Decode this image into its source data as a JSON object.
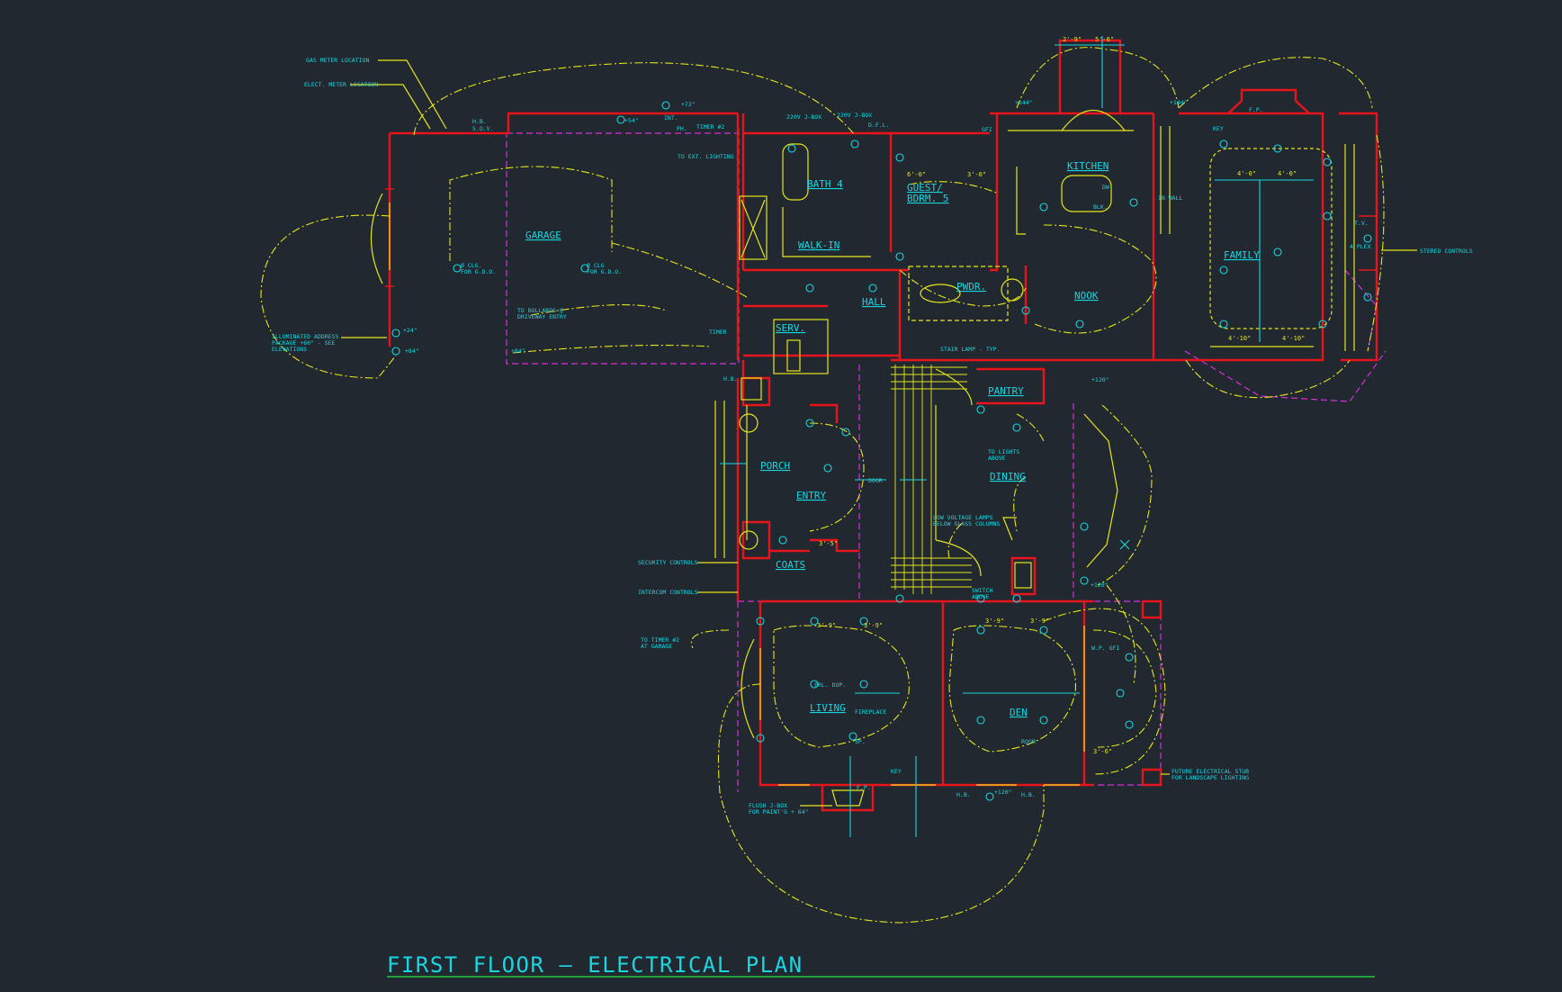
{
  "title": "FIRST FLOOR — ELECTRICAL PLAN",
  "rooms": {
    "garage": "GARAGE",
    "bath4": "BATH 4",
    "walkin": "WALK-IN",
    "guest1": "GUEST/",
    "guest2": "BDRM. 5",
    "kitchen": "KITCHEN",
    "family": "FAMILY",
    "nook": "NOOK",
    "hall": "HALL",
    "pwdr": "PWDR.",
    "serv": "SERV.",
    "pantry": "PANTRY",
    "porch": "PORCH",
    "entry": "ENTRY",
    "dining": "DINING",
    "coats": "COATS",
    "living": "LIVING",
    "den": "DEN"
  },
  "notes": {
    "gas_meter": "GAS METER LOCATION",
    "elect_meter": "ELECT. METER LOCATION",
    "to_ext_lighting": "TO EXT. LIGHTING",
    "timer2": "TIMER #2",
    "address1": "ILLUMINATED ADDRESS",
    "address2": "PACKAGE +60\" - SEE",
    "address3": "ELEVATIONS",
    "bollards1": "TO BOLLARDS @",
    "bollards2": "DRIVEWAY ENTRY",
    "gdo1a": "Ø CLG.",
    "gdo1b": "FOR G.D.O.",
    "gdo2a": "Ø CLG",
    "gdo2b": "FOR G.D.O.",
    "timer": "TIMER",
    "stair_lamp": "STAIR LAMP - TYP.",
    "stereo": "STEREO CONTROLS",
    "tv": "T.V.",
    "fourplex": "4 PLEX",
    "lights_above1": "TO LIGHTS",
    "lights_above2": "ABOVE",
    "low_voltage1": "LOW VOLTAGE LAMPS",
    "low_voltage2": "BELOW GLASS COLUMNS",
    "security": "SECURITY CONTROLS",
    "intercom": "INTERCOM CONTROLS",
    "to_timer1": "TO TIMER #2",
    "to_timer2": "AT GARAGE",
    "flush1": "FLUSH J-BOX",
    "flush2": "FOR PAINT'G + 64\"",
    "future1": "FUTURE ELECTRICAL STUB",
    "future2": "FOR LANDSCAPE LIGHTING",
    "switch_above1": "SWITCH",
    "switch_above2": "ABOVE",
    "hb": "H.B.",
    "sov": "S.O.V.",
    "gfi": "GFI",
    "wp_gfi": "W.P. GFI",
    "dfl": "D.F.L.",
    "box220a": "220V J-BOX",
    "box220b": "220V J-BOX",
    "fireplace": "FIREPLACE",
    "room_word": "ROOM",
    "fp": "F.P.",
    "key": "KEY",
    "door": "DOOR",
    "fl_dup": "FRL. DUP.",
    "sp": "SP.",
    "ph": "PH.",
    "int": "INT.",
    "in_wall": "IN WALL",
    "dw": "DW.",
    "buk": "BLK.",
    "plus24": "+24\"",
    "plus84": "+84\"",
    "plus120": "+120\"",
    "plus144": "+144\"",
    "plus72": "+72\"",
    "plus54": "+54\""
  },
  "dims": {
    "d2_9": "2'-9\"",
    "d5_6": "5'-6\"",
    "d6_0": "6'-0\"",
    "d3_0": "3'-0\"",
    "d4_0": "4'-0\"",
    "d4_10": "4'-10\"",
    "d3_5": "3'-5\"",
    "d3_9": "3'-9\"",
    "d3_6": "3'-6\""
  },
  "colors": {
    "background": "#212830",
    "walls": "#e8141c",
    "text": "#19d6e0",
    "wiring": "#e6e61a",
    "dashed": "#d630d6",
    "underline": "#22c83a"
  }
}
